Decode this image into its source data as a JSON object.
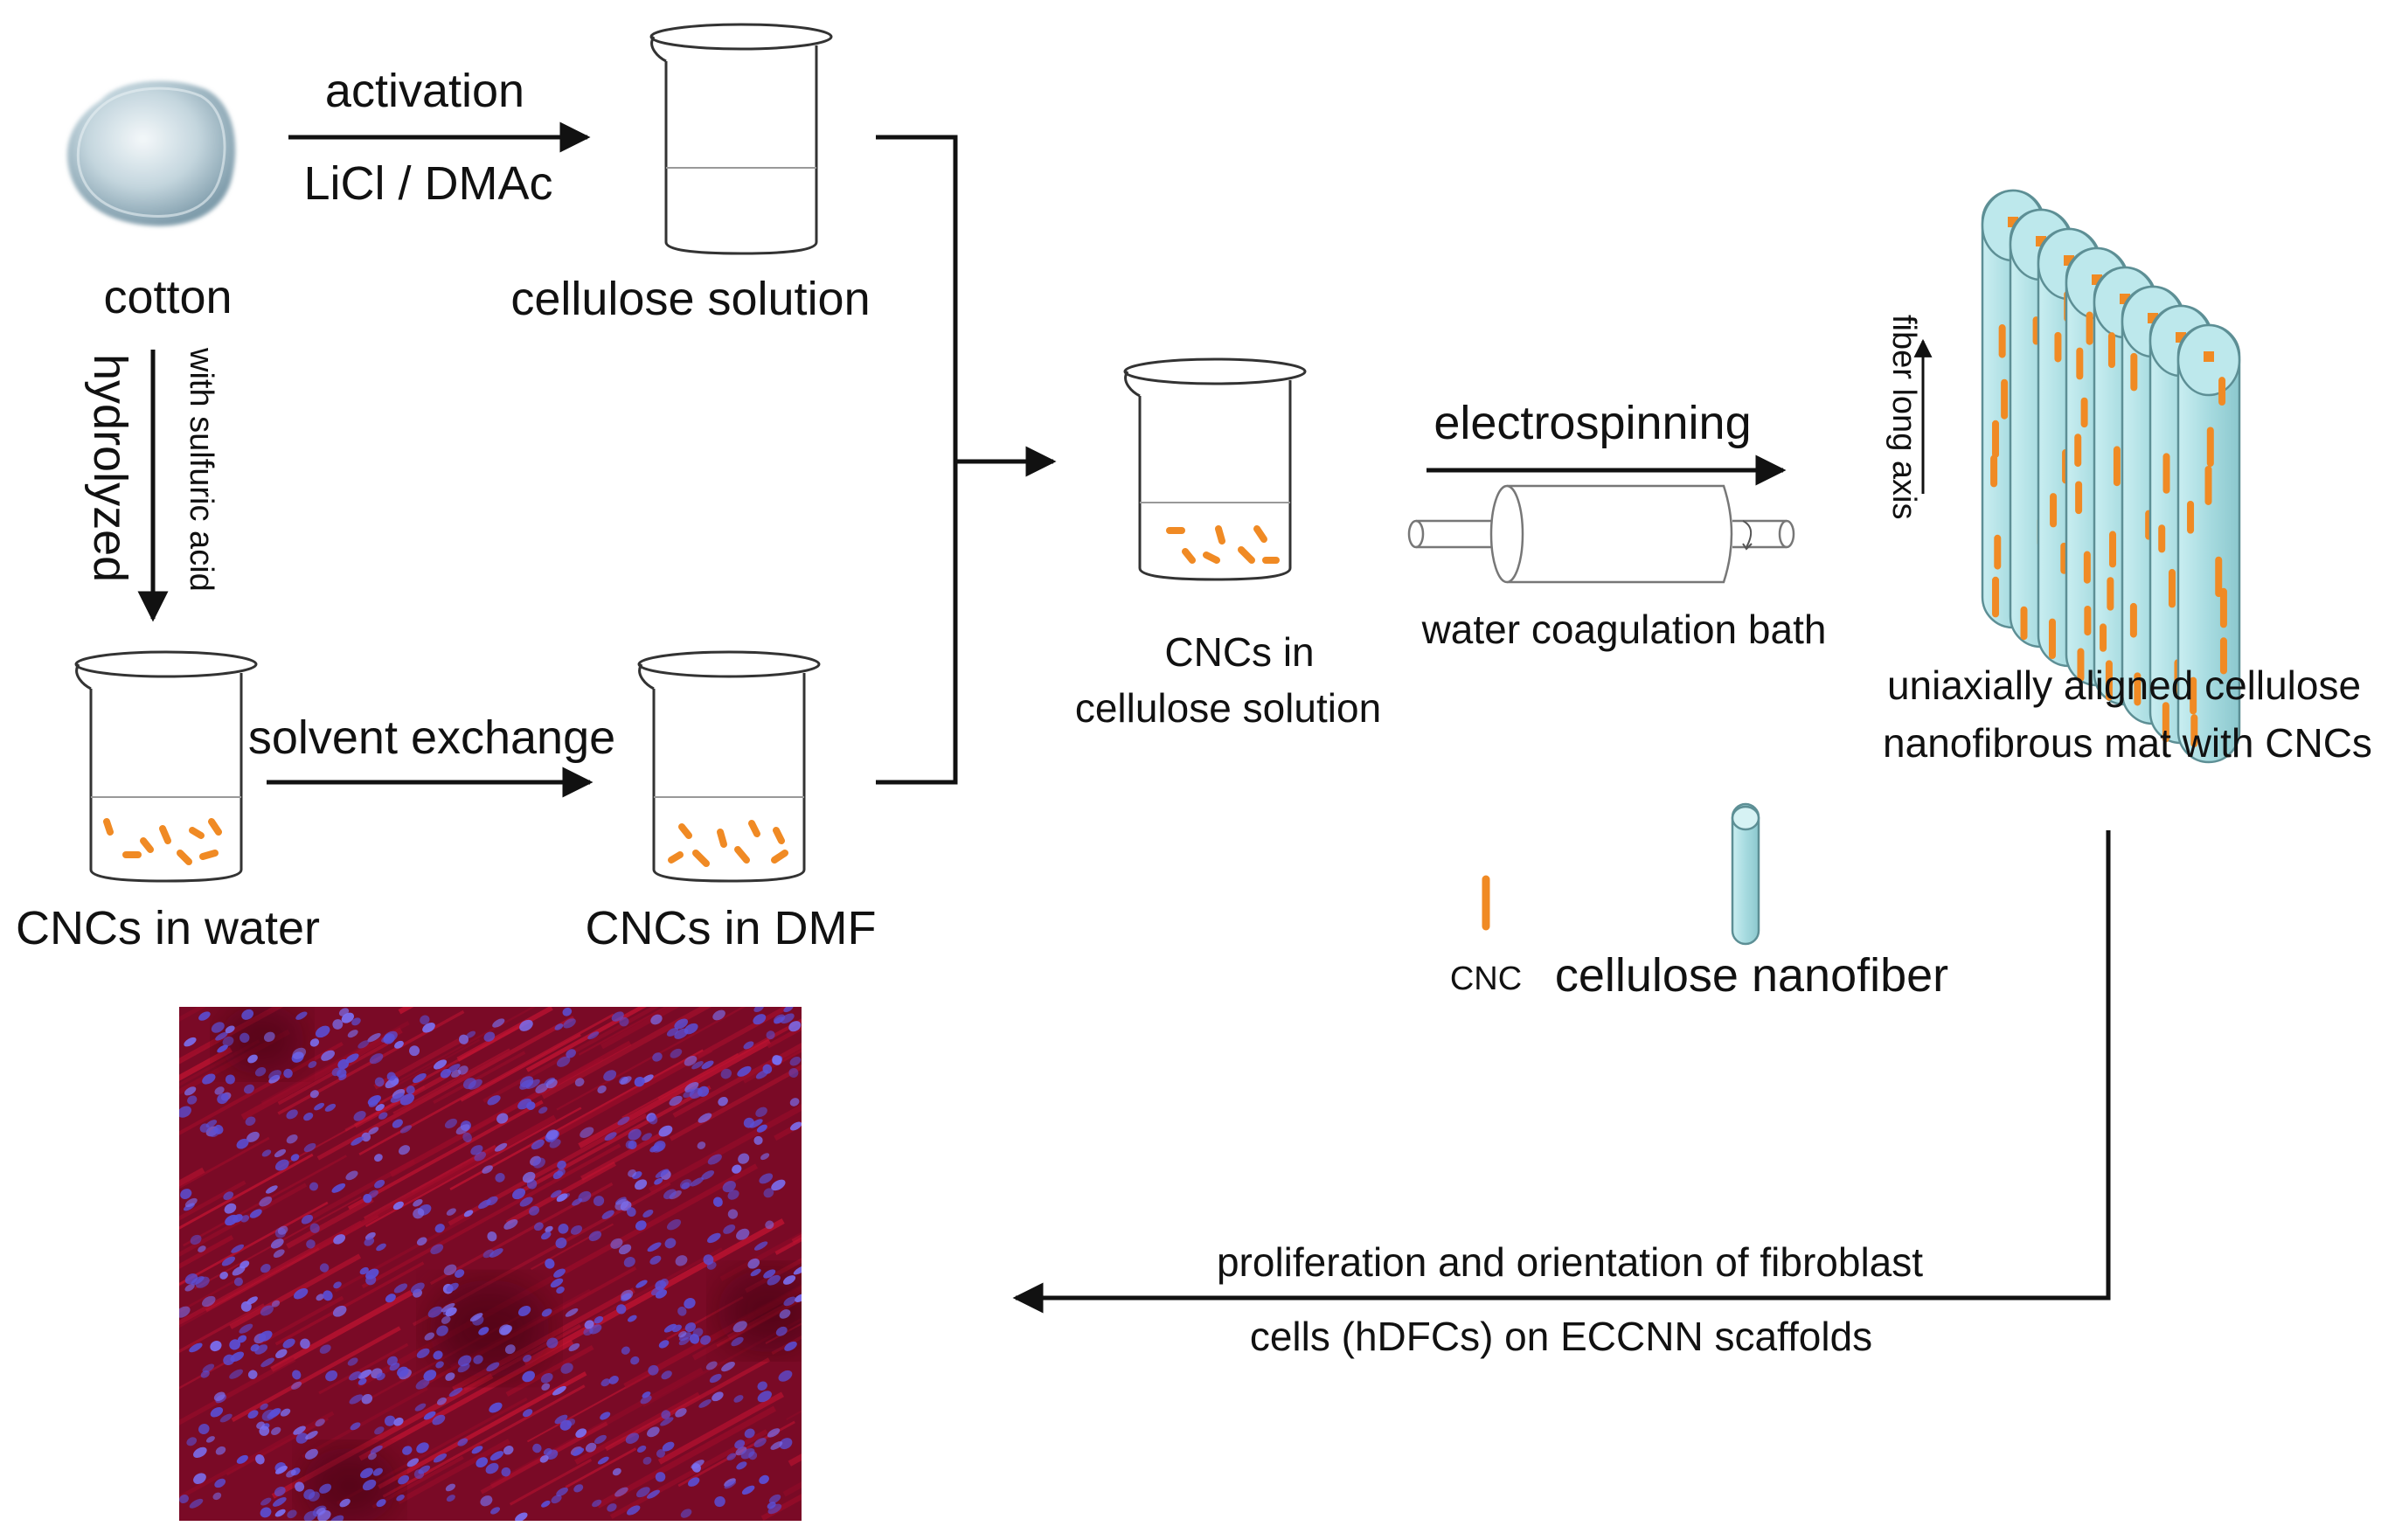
{
  "labels": {
    "cotton": "cotton",
    "activation": "activation",
    "licl_dmac": "LiCl / DMAc",
    "cellulose_solution": "cellulose solution",
    "hydrolyzed": "hydrolyzed",
    "with_sulfuric_acid": "with sulfuric acid",
    "cncs_in_water": "CNCs in water",
    "solvent_exchange": "solvent exchange",
    "cncs_in_dmf": "CNCs in DMF",
    "cncs_in": "CNCs in",
    "cellulose_solution_2": "cellulose solution",
    "electrospinning": "electrospinning",
    "water_coagulation_bath": "water coagulation bath",
    "fiber_long_axis": "fiber long axis",
    "mat_line1": "uniaxially aligned cellulose",
    "mat_line2": "nanofibrous mat with CNCs",
    "legend_cnc": "CNC",
    "legend_nanofiber": "cellulose nanofiber",
    "prolif_line1": "proliferation and orientation of fibroblast",
    "prolif_line2": "cells (hDFCs) on ECCNN scaffolds"
  },
  "colors": {
    "cnc_orange": "#f08a24",
    "fiber_fill": "#a9dde2",
    "fiber_stroke": "#5d8f95",
    "cell_red": "#b0102e",
    "cell_blue": "#5a4fd6",
    "cotton": "#b9ced8"
  },
  "icons": [
    "cotton-ball-icon",
    "beaker-icon",
    "roller-collector-icon",
    "fiber-icon",
    "cnc-rod-icon",
    "micrograph-image"
  ]
}
